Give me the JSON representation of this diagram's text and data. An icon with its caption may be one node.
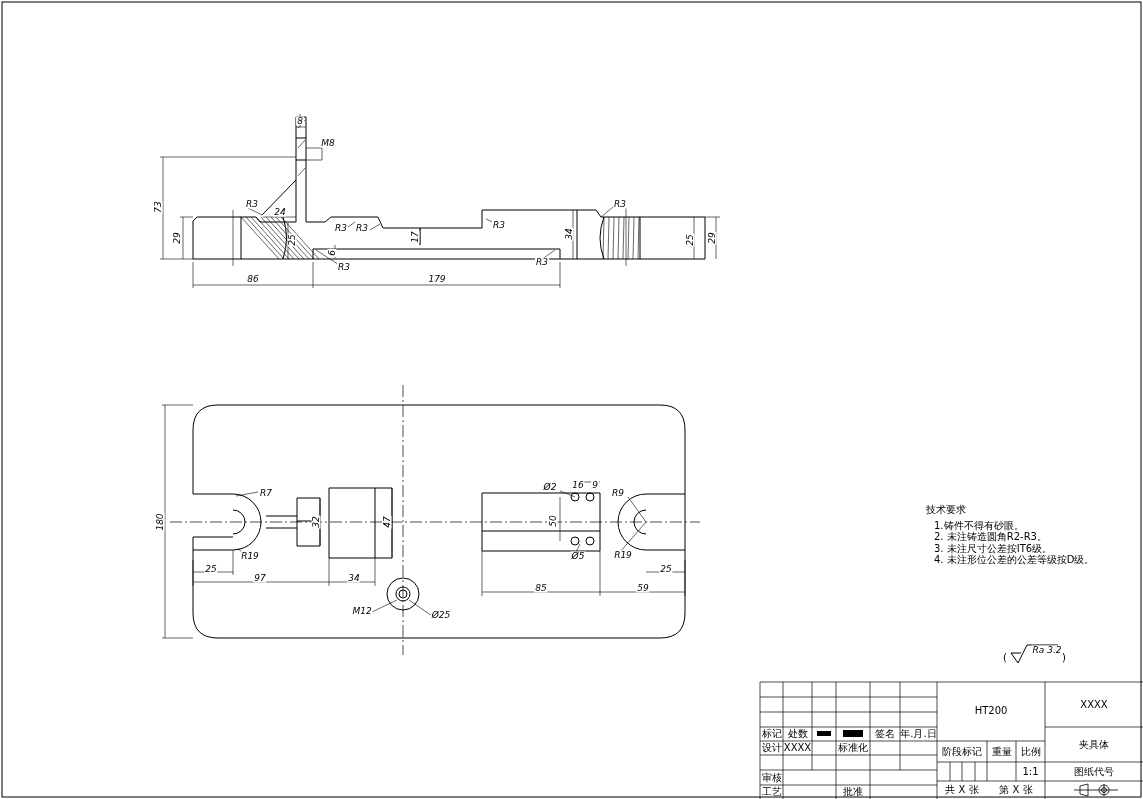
{
  "diagram": {
    "labels": [
      "8",
      "M8",
      "73",
      "29",
      "R3",
      "24",
      "25",
      "R3",
      "R3",
      "17",
      "6",
      "R3",
      "86",
      "179",
      "R3",
      "R3",
      "R3",
      "34",
      "25",
      "29",
      "180",
      "R7",
      "32",
      "47",
      "Ø2",
      "16",
      "9",
      "R9",
      "50",
      "R19",
      "Ø5",
      "R19",
      "25",
      "25",
      "97",
      "34",
      "85",
      "59",
      "M12",
      "Ø25",
      "技术要求",
      "1.铸件不得有砂眼。",
      "2. 未注铸造圆角R2-R3。",
      "3. 未注尺寸公差按IT6级。",
      "4. 未注形位公差的公差等级按D级。",
      "(",
      "Ra 3.2",
      ")",
      "标记",
      "处数",
      "签名",
      "年.月.日",
      "设计",
      "XXXX",
      "标准化",
      "审核",
      "工艺",
      "批准",
      "HT200",
      "阶段标记",
      "重量",
      "比例",
      "1:1",
      "共 X 张",
      "第 X 张",
      "XXXX",
      "夹具体",
      "图纸代号"
    ]
  }
}
